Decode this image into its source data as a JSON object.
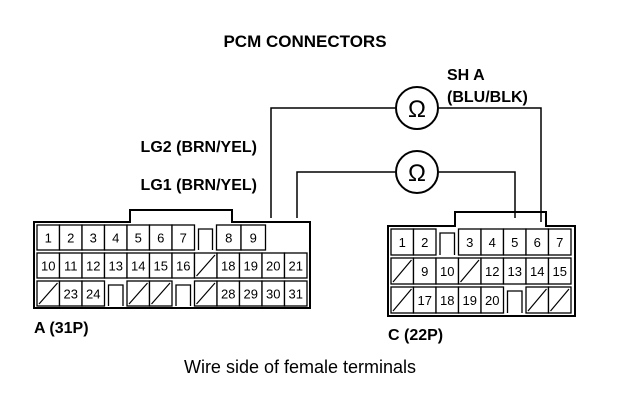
{
  "title": "PCM CONNECTORS",
  "meter_sh_a": {
    "label_line1": "SH A",
    "label_line2": "(BLU/BLK)",
    "symbol": "Ω"
  },
  "meter_lg": {
    "symbol": "Ω"
  },
  "lg2_label": "LG2 (BRN/YEL)",
  "lg1_label": "LG1 (BRN/YEL)",
  "connector_a": {
    "label": "A (31P)",
    "rows": [
      [
        "1",
        "2",
        "3",
        "4",
        "5",
        "6",
        "7",
        "",
        "8",
        "9"
      ],
      [
        "10",
        "11",
        "12",
        "13",
        "14",
        "15",
        "16",
        "/",
        "18",
        "19",
        "20",
        "21"
      ],
      [
        "/",
        "23",
        "24",
        "",
        "/",
        "/",
        "",
        "/",
        "28",
        "29",
        "30",
        "31"
      ]
    ]
  },
  "connector_c": {
    "label": "C (22P)",
    "rows": [
      [
        "1",
        "2",
        "",
        "3",
        "4",
        "5",
        "6",
        "7"
      ],
      [
        "/",
        "9",
        "10",
        "/",
        "12",
        "13",
        "14",
        "15"
      ],
      [
        "/",
        "17",
        "18",
        "19",
        "20",
        "",
        "/",
        "/"
      ]
    ]
  },
  "footer": "Wire side of female terminals"
}
